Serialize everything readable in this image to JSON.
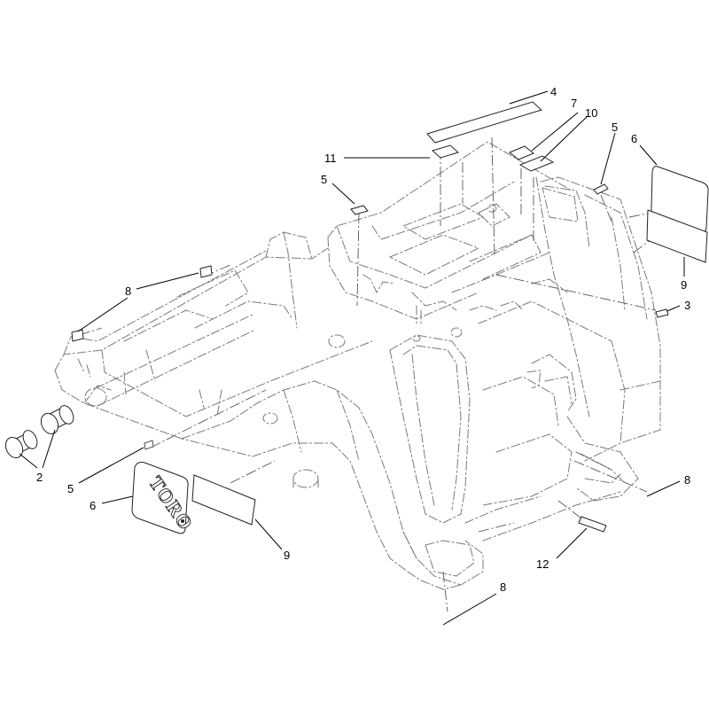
{
  "callouts": [
    {
      "id": "c4",
      "text": "4"
    },
    {
      "id": "c7",
      "text": "7"
    },
    {
      "id": "c10",
      "text": "10"
    },
    {
      "id": "c11",
      "text": "11"
    },
    {
      "id": "c5a",
      "text": "5"
    },
    {
      "id": "c5b",
      "text": "5"
    },
    {
      "id": "c6a",
      "text": "6"
    },
    {
      "id": "c8a",
      "text": "8"
    },
    {
      "id": "c9a",
      "text": "9"
    },
    {
      "id": "c3",
      "text": "3"
    },
    {
      "id": "c2",
      "text": "2"
    },
    {
      "id": "c5c",
      "text": "5"
    },
    {
      "id": "c6b",
      "text": "6"
    },
    {
      "id": "c9b",
      "text": "9"
    },
    {
      "id": "c8b",
      "text": "8"
    },
    {
      "id": "c12",
      "text": "12"
    },
    {
      "id": "c8c",
      "text": "8"
    }
  ],
  "logo_text": "TORO"
}
